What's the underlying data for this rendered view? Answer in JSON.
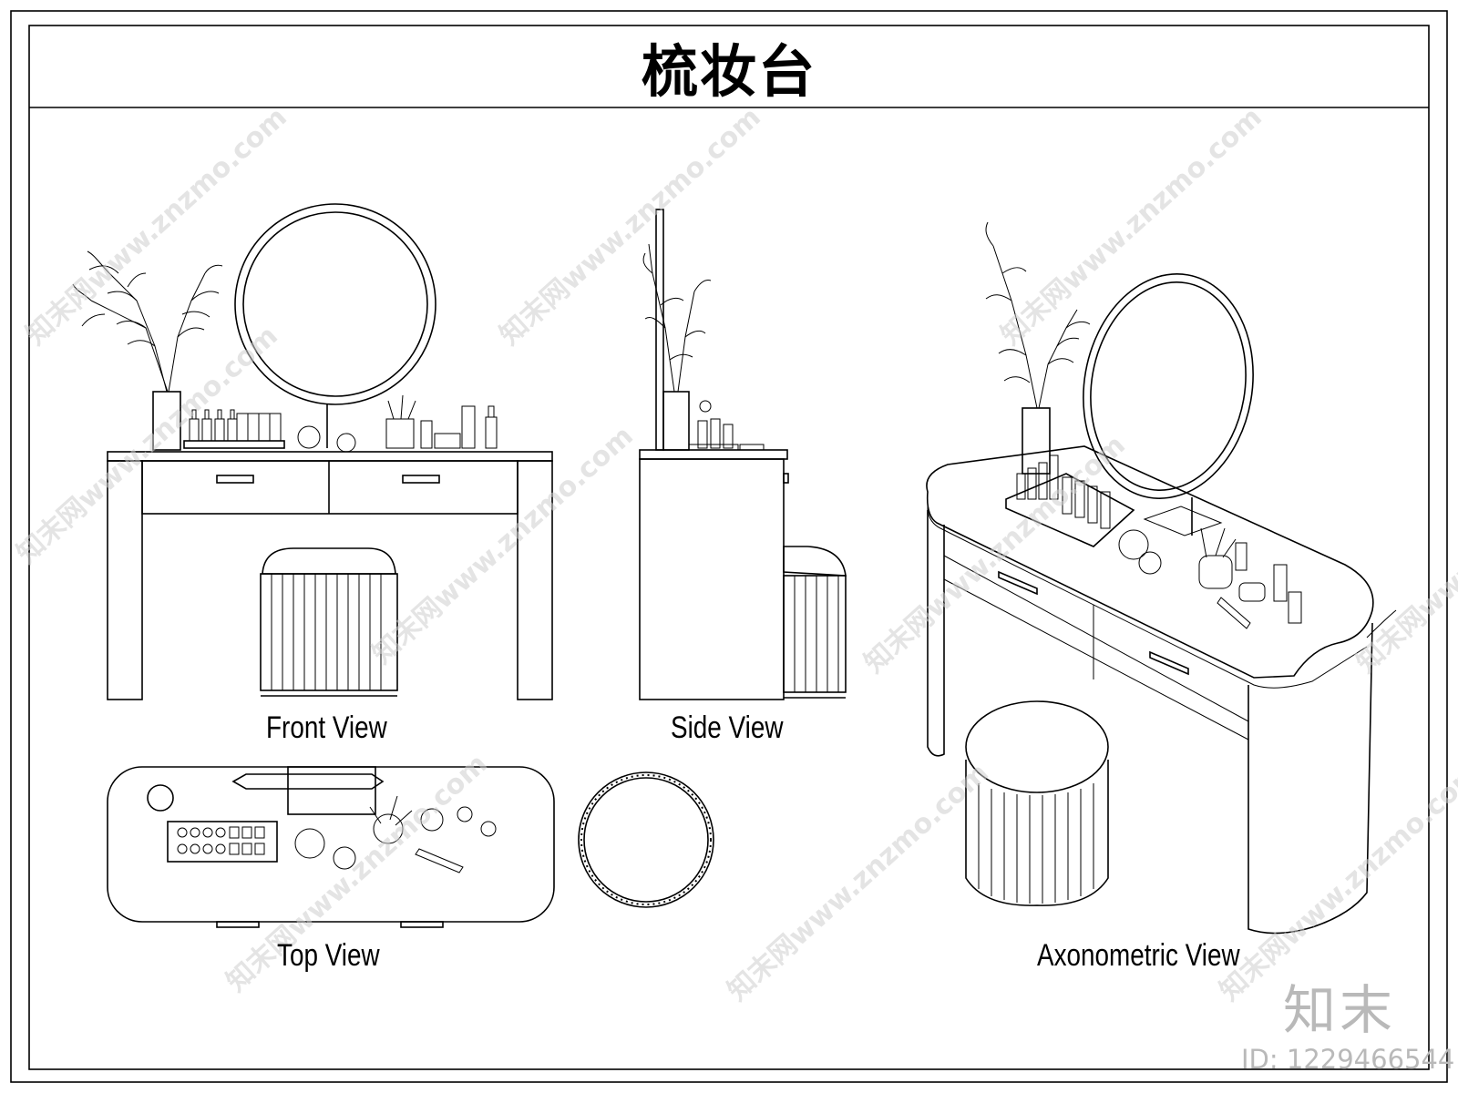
{
  "title": "梳妆台",
  "views": {
    "front": "Front View",
    "side": "Side View",
    "top": "Top View",
    "axonometric": "Axonometric View"
  },
  "watermark": {
    "logo": "知末",
    "id": "ID: 1229466544",
    "site_text": "知末网www.znzmo.com"
  }
}
